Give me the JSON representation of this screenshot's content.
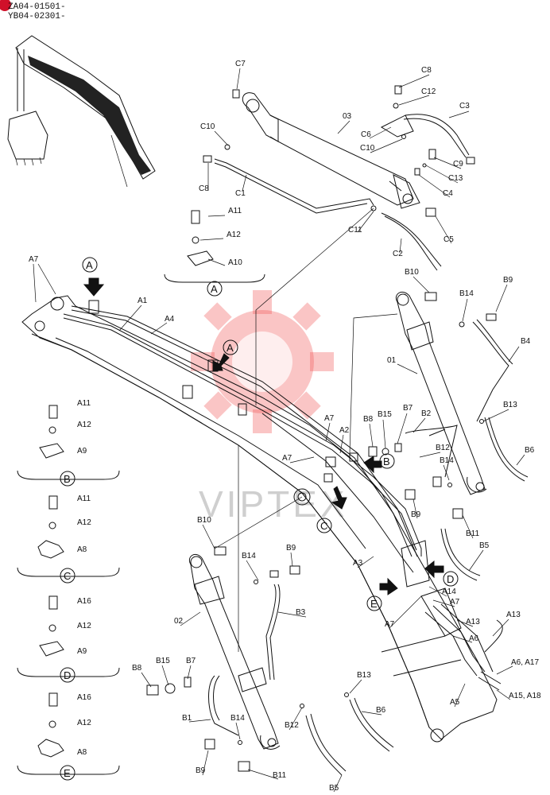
{
  "header": {
    "line1": "ZA04-01501-",
    "line2": "YB04-02301-"
  },
  "watermark": "VIPTEX",
  "colors": {
    "line": "#111111",
    "watermark": "#f05a5a",
    "badge": "#d0102a"
  },
  "callouts": {
    "c7": "C7",
    "c8a": "C8",
    "c8b": "C8",
    "c12": "C12",
    "c3": "C3",
    "c10a": "C10",
    "c10b": "C10",
    "c6": "C6",
    "c13": "C13",
    "c9": "C9",
    "c4": "C4",
    "c5": "C5",
    "c1": "C1",
    "c11": "C11",
    "c2": "C2",
    "o3": "03",
    "o1": "01",
    "o2": "02",
    "a1": "A1",
    "a2": "A2",
    "a3": "A3",
    "a4": "A4",
    "a5": "A5",
    "a6": "A6",
    "a7a": "A7",
    "a7b": "A7",
    "a7c": "A7",
    "a7d": "A7",
    "a7e": "A7",
    "a13a": "A13",
    "a13b": "A13",
    "a14": "A14",
    "a617": "A6, A17",
    "a1518": "A15, A18",
    "a11a": "A11",
    "a12a": "A12",
    "a10": "A10",
    "a11b": "A11",
    "a12b": "A12",
    "a9b": "A9",
    "a11c": "A11",
    "a12c": "A12",
    "a8c": "A8",
    "a16d": "A16",
    "a12d": "A12",
    "a9d": "A9",
    "a16e": "A16",
    "a12e": "A12",
    "a8e": "A8",
    "b10a": "B10",
    "b14a": "B14",
    "b9a": "B9",
    "b4": "B4",
    "b13a": "B13",
    "b6a": "B6",
    "b8a": "B8",
    "b15a": "B15",
    "b7a": "B7",
    "b2": "B2",
    "b12a": "B12",
    "b14b": "B14",
    "b9b": "B9",
    "b11a": "B11",
    "b5a": "B5",
    "b10b": "B10",
    "b14c": "B14",
    "b9c": "B9",
    "b3": "B3",
    "b8b": "B8",
    "b15b": "B15",
    "b7b": "B7",
    "b1": "B1",
    "b14d": "B14",
    "b9d": "B9",
    "b12b": "B12",
    "b11b": "B11",
    "b13b": "B13",
    "b6b": "B6",
    "b5b": "B5"
  },
  "views": {
    "a": "A",
    "b": "B",
    "c": "C",
    "d": "D",
    "e": "E"
  }
}
